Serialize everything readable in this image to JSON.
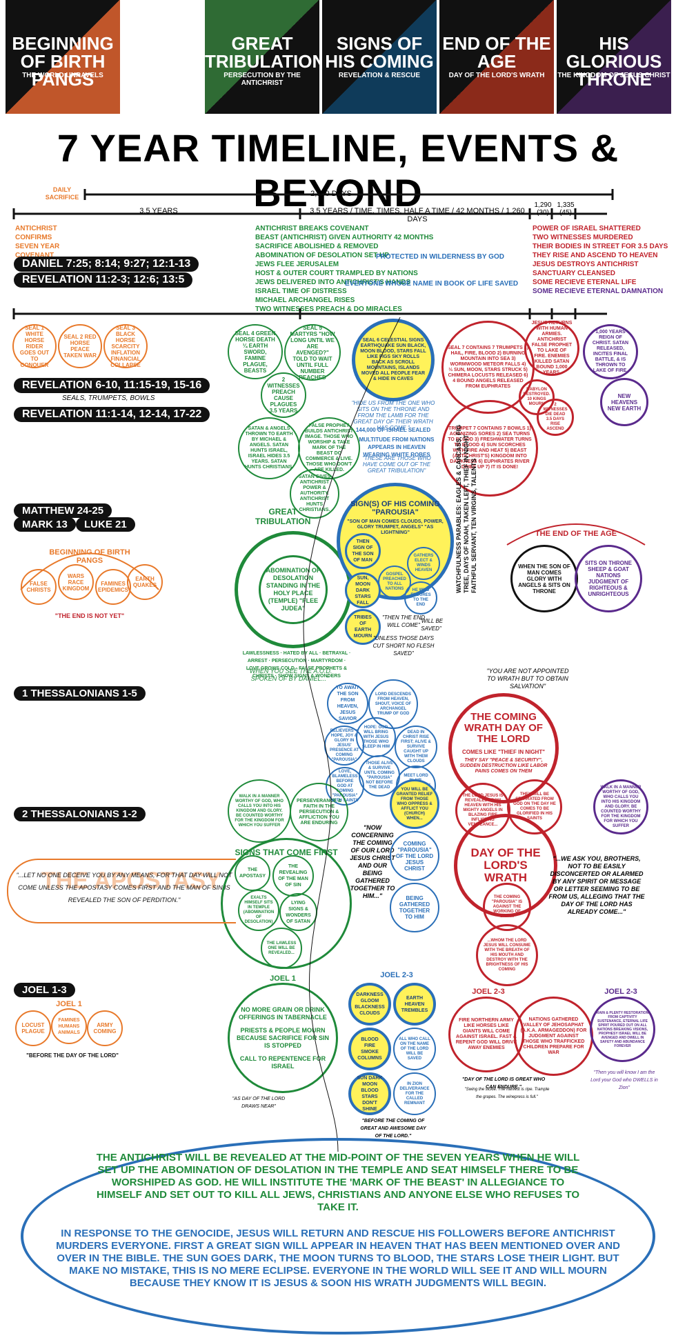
{
  "header": {
    "panels": [
      {
        "title": "BEGINNING OF BIRTH PANGS",
        "sub": "THE WORLD UNRAVELS",
        "color": "#c0562a"
      },
      {
        "title": "GREAT TRIBULATION",
        "sub": "PERSECUTION BY THE ANTICHRIST",
        "color": "#2f6b34"
      },
      {
        "title": "SIGNS OF HIS COMING",
        "sub": "REVELATION & RESCUE",
        "color": "#0f3b5a"
      },
      {
        "title": "END OF THE AGE",
        "sub": "DAY OF THE LORD'S WRATH",
        "color": "#8b2a1a"
      },
      {
        "title": "HIS GLORIOUS THRONE",
        "sub": "THE KINGDOM OF JESUS CHRIST",
        "color": "#3b1f4f"
      }
    ]
  },
  "title": "7 YEAR TIMELINE, EVENTS & BEYOND",
  "timeline": {
    "daily_sacrifice": "DAILY SACRIFICE",
    "days_2300": "2,300 DAYS",
    "years_35": "3.5 YEARS",
    "second_half": "3.5 YEARS / TIME, TIMES, HALF A TIME / 42 MONTHS / 1,260 DAYS",
    "d1290": "1,290 (30)",
    "d1335": "1,335 (45)",
    "orange_events": [
      "ANTICHRIST",
      "CONFIRMS",
      "SEVEN YEAR",
      "COVENANT"
    ],
    "green_events": [
      "ANTICHRIST BREAKS COVENANT",
      "BEAST (ANTICHRIST) GIVEN AUTHORITY 42 MONTHS",
      "SACRIFICE ABOLISHED & REMOVED",
      "ABOMINATION OF DESOLATION SET UP",
      "JEWS FLEE JERUSALEM",
      "HOST & OUTER COURT TRAMPLED BY NATIONS",
      "JEWS DELIVERED INTO ANTICHRIST'S HANDS",
      "ISRAEL TIME OF DISTRESS",
      "MICHAEL ARCHANGEL RISES",
      "TWO WITNESSES PREACH & DO MIRACLES"
    ],
    "blue_events": [
      "PROTECTED IN WILDERNESS BY GOD",
      "EVERYONE WHOSE NAME IN BOOK OF LIFE SAVED"
    ],
    "red_events": [
      "POWER OF ISRAEL SHATTERED",
      "TWO WITNESSES MURDERED",
      "THEIR BODIES IN STREET FOR 3.5 DAYS",
      "THEY RISE AND ASCEND TO HEAVEN",
      "JESUS DESTROYS ANTICHRIST",
      "SANCTUARY CLEANSED",
      "SOME RECIEVE ETERNAL LIFE",
      "SOME RECIEVE ETERNAL DAMNATION"
    ]
  },
  "pills": {
    "daniel": "DANIEL 7:25; 8:14; 9:27; 12:1-13",
    "rev1": "REVELATION 11:2-3; 12:6; 13:5",
    "rev2": "REVELATION 6-10, 11:15-19, 15-16",
    "rev2sub": "SEALS, TRUMPETS, BOWLS",
    "rev3": "REVELATION 11:1-14, 12-14, 17-22",
    "matt": "MATTHEW 24-25",
    "mark": "MARK 13",
    "luke": "LUKE 21",
    "thess1": "1 THESSALONIANS 1-5",
    "thess2": "2 THESSALONIANS 1-2",
    "joel": "JOEL 1-3"
  },
  "seals": {
    "s1": "SEAL 1 WHITE HORSE RIDER GOES OUT TO CONQUER",
    "s2": "SEAL 2 RED HORSE PEACE TAKEN WAR",
    "s3": "SEAL 3 BLACK HORSE SCARCITY INFLATION FINANCIAL COLLAPSE",
    "s4": "SEAL 4 GREEN HORSE DEATH ¼ EARTH SWORD, FAMINE PLAGUE, BEASTS",
    "s5": "SEAL 5 MARTYRS \"HOW LONG UNTIL WE ARE AVENGED?\" TOLD TO WAIT UNTIL FULL NUMBER REACHED",
    "s6": "SEAL 6 CELESTIAL SIGNS EARTHQUAKE SUN BLACK, MOON BLOOD, STARS FALL LIKE FIGS SKY ROLLS BACK AS SCROLL MOUNTAINS, ISLANDS MOVED ALL PEOPLE FEAR & HIDE IN CAVES",
    "s7": "SEAL 7 CONTAINS 7 TRUMPETS 1) HAIL, FIRE, BLOOD 2) BURNING MOUNTAIN INTO SEA 3) WORMWOOD METEOR FALLS 4) ⅓ SUN, MOON, STARS STRUCK 5) CHIMERA LOCUSTS RELEASED 6) 4 BOUND ANGELS RELEASED FROM EUPHRATES"
  },
  "texts": {
    "witnesses": "2 WITNESSES PREACH CAUSE PLAGUES 3.5 YEARS",
    "satan": "SATAN & ANGELS THROWN TO EARTH BY MICHAEL & ANGELS. SATAN HUNTS ISRAEL, ISRAEL HIDES 3.5 YEARS. SATAN HUNTS CHRISTIANS.",
    "prophet": "FALSE PROPHET BUILDS ANTICHRIST IMAGE. THOSE WHO WORSHIP & TAKE MARK OF THE BEAST DO COMMERCE & LIVE. THOSE WHO DON'T ARE KILLED.",
    "satan2": "SATAN GIVES ANTICHRIST POWER & AUTHORITY. ANTICHRIST HUNTS CHRISTIANS.",
    "hide": "\"HIDE US FROM THE ONE WHO SITS ON THE THRONE AND FROM THE LAMB FOR THE GREAT DAY OF THEIR WRATH HAS COME.\"",
    "sealed": "144,000 OF ISRAEL SEALED",
    "multitude": "MULTITUDE FROM NATIONS APPEARS IN HEAVEN WEARING WHITE ROBES",
    "these": "\"THESE ARE THOSE WHO HAVE COME OUT OF THE GREAT TRIBULATION\"",
    "return": "JESUS RETURNS WITH HUMAN ARMIES. ANTICHRIST FALSE PROPHET TO LAKE OF FIRE. ENEMIES KILLED SATAN BOUND 1,000 YEARS.",
    "reign": "1,000 YEARS REIGN OF CHRIST. SATAN RELEASED, INCITES FINAL BATTLE, & IS THROWN TO LAKE OF FIRE.",
    "newheavens": "NEW HEAVENS NEW EARTH",
    "babylon": "BABYLON DESTROYED. 10 KINGS MOURN",
    "witdead": "2 WITNESSES DIE DEAD 3.5 DAYS RISE ASCEND",
    "trumpet7": "TRUMPET 7 CONTAINS 7 BOWLS 1) AGONIZING SORES 2) SEA TURNS TO BLOOD 3) FRESHWATER TURNS TO BLOOD 4) SUN SCORCHES WITH FIRE AND HEAT 5) BEAST (ANTICHRIST'S) KINGDOM INTO DARKNESS 6) EUPHRATES RIVER DRIES UP 7) IT IS DONE!",
    "birth": "BEGINNING OF BIRTH PANGS",
    "endnot": "\"THE END IS NOT YET\"",
    "false": "FALSE CHRISTS",
    "wars": "WARS RACE KINGDOM",
    "famines": "FAMINES EPIDEMICS",
    "quakes": "EARTH QUAKES",
    "gt": "GREAT TRIBULATION",
    "abom": "ABOMINATION OF DESOLATION STANDING IN THE HOLY PLACE (TEMPLE) \"FLEE JUDEA\"",
    "ring": "LAWLESSNESS · HATED BY ALL · BETRAYAL · ARREST · PERSECUTION · MARTYRDOM · LOVE GROWS COLD · FALSE PROPHETS & CHRISTS · SHOW SIGNS & WONDERS",
    "seeyou": "\"WHEN YOU SEE THE A.O.D. SPOKEN OF BY DANIEL...\"",
    "sign": "SIGN(S) OF HIS COMING \"PAROUSIA\"",
    "sonofman": "\"SON OF MAN COMES CLOUDS, POWER, GLORY TRUMPET, ANGELS\" \"AS LIGHTNING\"",
    "thensign": "THEN SIGN OF THE SON OF MAN",
    "gathers": "GATHERS ELECT & WINDS HEAVEN",
    "sunmoon": "SUN, MOON DARK STARS FALL",
    "gospel": "GOSPEL PREACHED TO ALL NATIONS",
    "endures": "HE WHO ENDURES TO THE END",
    "tribes": "TRIBES OF EARTH MOURN",
    "thenend": "\"THEN THE END WILL COME\"",
    "saved": "\"WILL BE SAVED\"",
    "unless": "\"UNLESS THOSE DAYS CUT SHORT NO FLESH SAVED\"",
    "parables": "WATCHFULNESS PARABLES: EAGLES & CARCASS, FIG TREE, DAYS OF NOAH, TAKEN LEFT, THIEF IN NIGHT FAITHFUL SERVANT, TEN VIRGINS, TALENTS",
    "endage": "THE END OF THE AGE",
    "whenson": "WHEN THE SON OF MAN COMES GLORY WITH ANGELS & SITS ON THRONE",
    "throne": "SITS ON THRONE SHEEP & GOAT NATIONS JUDGMENT OF RIGHTEOUS & UNRIGHTEOUS",
    "notappointed": "\"YOU ARE NOT APPOINTED TO WRATH BUT TO OBTAIN SALVATION\"",
    "coming": "THE COMING WRATH DAY OF THE LORD",
    "comesthief": "COMES LIKE \"THIEF IN NIGHT\"",
    "peace": "THEY SAY \"PEACE & SECURITY\", SUDDEN DESTRUCTION LIKE LABOR PAINS COMES ON THEM",
    "await": "TO AWAIT THE SON FROM HEAVEN, JESUS SAVIOR",
    "descends": "LORD DESCENDS FROM HEAVEN, SHOUT, VOICE OF ARCHANGEL TRUMP OF GOD",
    "hope": "HOPE: GOD WILL BRING WITH JESUS THOSE WHO SLEEP IN HIM",
    "believers": "BELIEVERS' = HOPE, JOY & GLORY IN JESUS' PRESENCE AT COMING \"PAROUSIA\"",
    "dead": "DEAD IN CHRIST RISE FIRST; ALIVE & SURVIVE CAUGHT UP WITH THEM CLOUDS",
    "alive": "THOSE ALIVE & SURVIVE UNTIL COMING \"PAROUSIA\" NOT BEFORE THE DEAD",
    "love": "LOVE, BLAMELESS BEFORE GOD AT COMING \"PAROUSIA\" WITH SAINTS",
    "meet": "MEET LORD IN AIR, ALWAYS WITH THE LORD FOREVER",
    "walkin": "WALK IN A MANNER WORTHY OF GOD, WHO CALLS YOU INTO HIS KINGDOM AND GLORY. BE COUNTED WORTHY FOR THE KINGDOM FOR WHICH YOU SUFFER",
    "perseverance": "PERSEVERANCE & FAITH IN THE PERSECUTION & AFFLICTION YOU ARE ENDURING",
    "relief": "YOU WILL BE GRANTED RELIEF FROM THOSE WHO OPPRESS & AFFLICT YOU (CHURCH) WHEN...",
    "now": "\"NOW CONCERNING THE COMING OF OUR LORD JESUS CHRIST AND OUR BEING GATHERED TOGETHER TO HIM...\"",
    "coming2": "COMING \"PAROUSIA\" OF THE LORD JESUS CHRIST",
    "gathered": "BEING GATHERED TOGETHER TO HIM",
    "revealed": "THE LORD JESUS IS REVEALED FROM HEAVEN WITH HIS MIGHTY ANGELS IN BLAZING FIRE INFLICTING VENGEANCE...",
    "separated": "THEY WILL BE SEPARATED FROM GOD ON THE DAY HE COMES TO BE GLORIFIED IN HIS SAINTS",
    "daylord": "DAY OF THE LORD'S WRATH",
    "comingsatan": "THE COMING \"PAROUSIA\" IS AGAINST THE WORKING OF SATAN",
    "whom": "...WHOM THE LORD JESUS WILL CONSUME WITH THE BREATH OF HIS MOUTH AND DESTROY WITH THE BRIGHTNESS OF HIS COMING",
    "weask": "\"...WE ASK YOU, BROTHERS, NOT TO BE EASILY DISCONCERTED OR ALARMED BY ANY SPIRIT OR MESSAGE OR LETTER SEEMING TO BE FROM US, ALLEGING THAT THE DAY OF THE LORD HAS ALREADY COME...\"",
    "signsfirst": "SIGNS THAT COME FIRST",
    "apostasy": "THE APOSTASY",
    "revealing": "THE REVEALING OF THE MAN OF SIN",
    "exalts": "EXALTS HIMSELF SITS IN TEMPLE (ABOMINATION OF DESOLATION)",
    "lying": "LYING SIGNS & WONDERS OF SATAN",
    "lawless": "THE LAWLESS ONE WILL BE REVEALED...",
    "apostasybig": "THE APOSTASY",
    "deceive": "\"...LET NO ONE DECEIVE YOU BY ANY MEANS, FOR THAT DAY WILL NOT COME UNLESS THE APOSTASY COMES FIRST AND THE MAN OF SIN IS REVEALED THE SON OF PERDITION.\"",
    "joel1": "JOEL 1",
    "joel1b": "JOEL 1",
    "locust": "LOCUST PLAGUE",
    "famines2": "FAMINES HUMANS ANIMALS",
    "army": "ARMY COMING",
    "beforeday": "\"BEFORE THE DAY OF THE LORD\"",
    "nomore": "NO MORE GRAIN OR DRINK OFFERINGS IN TABERNACLE",
    "priests": "PRIESTS & PEOPLE MOURN BECAUSE SACRIFICE FOR SIN IS STOPPED",
    "callto": "CALL TO REPENTENCE FOR ISRAEL",
    "asday": "\"AS DAY OF THE LORD DRAWS NEAR\"",
    "joel23": "JOEL 2-3",
    "darkness": "DARKNESS GLOOM BLACKNESS CLOUDS",
    "earthtrembles": "EARTH HEAVEN TREMBLES",
    "bloodfire": "BLOOD FIRE SMOKE COLUMNS",
    "allwho": "ALL WHO CALL ON THE NAME OF THE LORD WILL BE SAVED",
    "sundark": "SUN DARK MOON BLOOD STARS DON'T SHINE",
    "zion": "IN ZION DELIVERANCE FOR THE CALLED REMNANT",
    "beforegreat": "\"BEFORE THE COMING OF GREAT AND AWESOME DAY OF THE LORD.\"",
    "joel23r": "JOEL 2-3",
    "fire": "FIRE NORTHERN ARMY LIKE HORSES LIKE GIANTS WILL COME AGAINST ISRAEL. FAST & REPENT GOD WILL DRIVE AWAY ENEMIES",
    "nations": "NATIONS GATHERED VALLEY OF JEHOSAPHAT (A.K.A. ARMAGEDDON) FOR JUDGMENT AGAINST THOSE WHO TRAFFICKED CHILDREN PREPARE FOR WAR",
    "dayisgreat": "\"DAY OF THE LORD IS GREAT WHO CAN ENDURE.\"",
    "swing": "\"Swing the sickle. The harvest is ripe. Trample the grapes. The winepress is full.\"",
    "joel23p": "JOEL 2-3",
    "rain": "RAIN & PLENTY RESTORATION FROM CAPTIVITY SUSTENANCE, ETERNAL LIFE SPIRIT POURED OUT ON ALL NATIONS BREAKING VISIONS, PROPHESY ISRAEL WILL BE AVENGED AND DWELL IN SAFETY AND ABUNDANCE FOREVER",
    "thenyou": "\"Then you will know I am the Lord your God who DWELLS in Zion\""
  },
  "footer": {
    "green": "THE ANTICHRIST WILL BE REVEALED AT THE MID-POINT OF THE SEVEN YEARS WHEN HE WILL SET UP THE ABOMINATION OF DESOLATION IN THE TEMPLE AND SEAT HIMSELF THERE TO BE WORSHIPED AS GOD. HE WILL INSTITUTE THE 'MARK OF THE BEAST' IN ALLEGIANCE TO HIMSELF AND SET OUT TO KILL ALL JEWS, CHRISTIANS AND ANYONE ELSE WHO REFUSES TO TAKE IT.",
    "blue": "IN RESPONSE TO THE GENOCIDE, JESUS WILL RETURN AND RESCUE HIS FOLLOWERS BEFORE ANTICHRIST MURDERS EVERYONE. FIRST A GREAT SIGN WILL APPEAR IN HEAVEN THAT HAS BEEN MENTIONED OVER AND OVER IN THE BIBLE. THE SUN GOES DARK, THE MOON TURNS TO BLOOD, THE STARS LOSE THEIR LIGHT. BUT MAKE NO MISTAKE, THIS IS NO MERE ECLIPSE. EVERYONE IN THE WORLD WILL SEE IT AND WILL MOURN BECAUSE THEY KNOW IT IS JESUS & SOON HIS WRATH JUDGMENTS WILL BEGIN."
  }
}
